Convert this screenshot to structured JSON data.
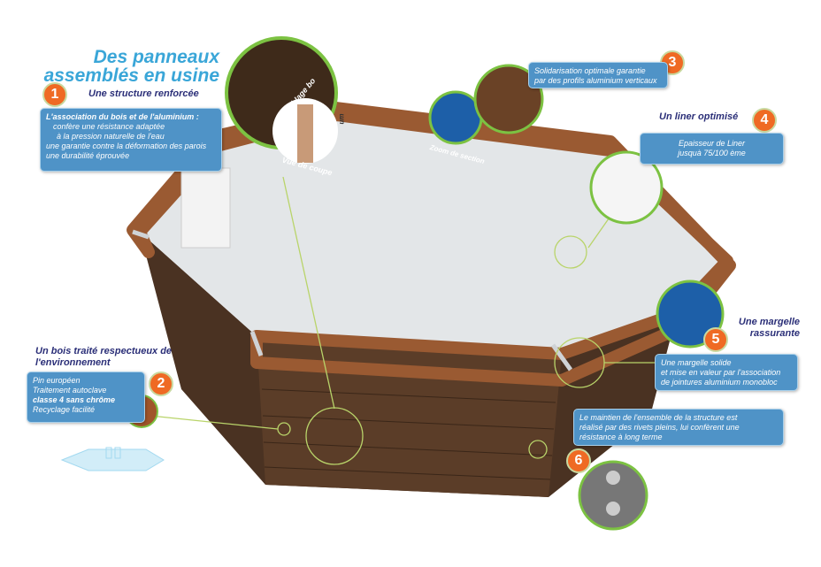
{
  "heading": {
    "line1": "Des panneaux",
    "line2": "assemblés en usine"
  },
  "callouts": [
    {
      "number": "1",
      "title": "Une structure renforcée",
      "lines": [
        "L'association du bois et de l'aluminium :",
        "confère une résistance adaptée",
        "à la pression naturelle de l'eau",
        "une garantie contre la déformation des parois",
        "une durabilité éprouvée"
      ]
    },
    {
      "number": "2",
      "title": "Un bois traité respectueux de l'environnement",
      "lines": [
        "Pin européen",
        "Traitement autoclave",
        "classe 4 sans chrôme",
        "Recyclage facilité"
      ]
    },
    {
      "number": "3",
      "title": "",
      "lines": [
        "Solidarisation optimale garantie",
        "par des profils aluminium verticaux"
      ]
    },
    {
      "number": "4",
      "title": "Un liner optimisé",
      "lines": [
        "Epaisseur de Liner",
        "jusquà 75/100 ème"
      ]
    },
    {
      "number": "5",
      "title": "Une margelle rassurante",
      "lines": [
        "Une margelle solide",
        "et mise en valeur par l'association",
        "de jointures aluminium monobloc"
      ]
    },
    {
      "number": "6",
      "title": "",
      "lines": [
        "Le maintien de l'ensemble de la structure est",
        "réalisé par des rivets pleins, lui confèrent une",
        "résistance à long terme"
      ]
    }
  ],
  "detail_labels": {
    "assembly": "Assemblage bo",
    "cut_view": "Vue de coupe",
    "section_zoom": "Zoom de section",
    "alu": "um"
  },
  "colors": {
    "title": "#3aa6d8",
    "subtitle": "#2b2f78",
    "box": "#4f93c7",
    "badge": "#ef6a24",
    "ring": "#7cc242",
    "wood": "#8a5230",
    "liner": "#e3e6e8"
  }
}
